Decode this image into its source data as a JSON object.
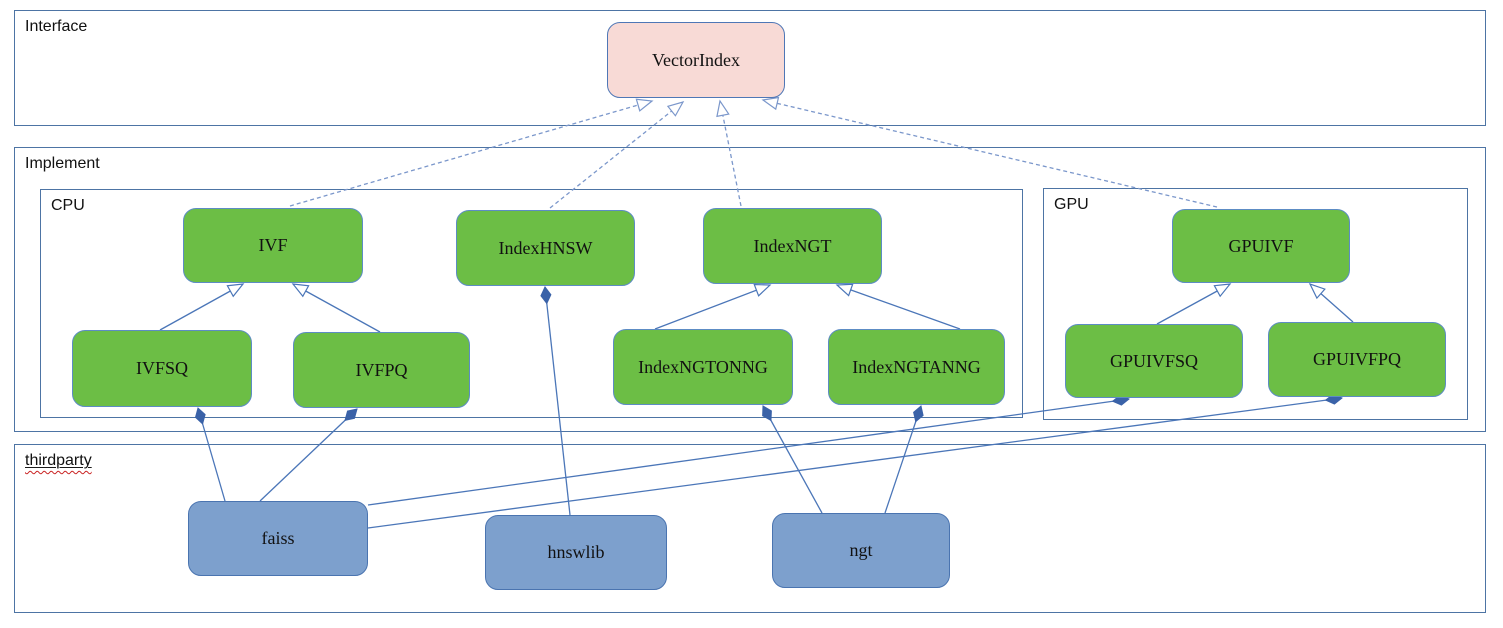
{
  "diagram": {
    "groups": {
      "interface": {
        "label": "Interface"
      },
      "implement": {
        "label": "Implement"
      },
      "cpu": {
        "label": "CPU"
      },
      "gpu": {
        "label": "GPU"
      },
      "thirdparty": {
        "label": "thirdparty"
      }
    },
    "nodes": {
      "vectorindex": {
        "label": "VectorIndex",
        "group": "interface"
      },
      "ivf": {
        "label": "IVF",
        "group": "cpu"
      },
      "indexhnsw": {
        "label": "IndexHNSW",
        "group": "cpu"
      },
      "indexngt": {
        "label": "IndexNGT",
        "group": "cpu"
      },
      "ivfsq": {
        "label": "IVFSQ",
        "group": "cpu"
      },
      "ivfpq": {
        "label": "IVFPQ",
        "group": "cpu"
      },
      "indexngtonng": {
        "label": "IndexNGTONNG",
        "group": "cpu"
      },
      "indexngtanng": {
        "label": "IndexNGTANNG",
        "group": "cpu"
      },
      "gpuivf": {
        "label": "GPUIVF",
        "group": "gpu"
      },
      "gpuivfsq": {
        "label": "GPUIVFSQ",
        "group": "gpu"
      },
      "gpuivfpq": {
        "label": "GPUIVFPQ",
        "group": "gpu"
      },
      "faiss": {
        "label": "faiss",
        "group": "thirdparty"
      },
      "hnswlib": {
        "label": "hnswlib",
        "group": "thirdparty"
      },
      "ngt": {
        "label": "ngt",
        "group": "thirdparty"
      }
    },
    "edges": [
      {
        "from": "IVF",
        "to": "VectorIndex",
        "relation": "realization"
      },
      {
        "from": "IndexHNSW",
        "to": "VectorIndex",
        "relation": "realization"
      },
      {
        "from": "IndexNGT",
        "to": "VectorIndex",
        "relation": "realization"
      },
      {
        "from": "GPUIVF",
        "to": "VectorIndex",
        "relation": "realization"
      },
      {
        "from": "IVFSQ",
        "to": "IVF",
        "relation": "generalization"
      },
      {
        "from": "IVFPQ",
        "to": "IVF",
        "relation": "generalization"
      },
      {
        "from": "IndexNGTONNG",
        "to": "IndexNGT",
        "relation": "generalization"
      },
      {
        "from": "IndexNGTANNG",
        "to": "IndexNGT",
        "relation": "generalization"
      },
      {
        "from": "GPUIVFSQ",
        "to": "GPUIVF",
        "relation": "generalization"
      },
      {
        "from": "GPUIVFPQ",
        "to": "GPUIVF",
        "relation": "generalization"
      },
      {
        "from": "faiss",
        "to": "IVFSQ",
        "relation": "composition"
      },
      {
        "from": "faiss",
        "to": "IVFPQ",
        "relation": "composition"
      },
      {
        "from": "faiss",
        "to": "GPUIVFSQ",
        "relation": "composition"
      },
      {
        "from": "faiss",
        "to": "GPUIVFPQ",
        "relation": "composition"
      },
      {
        "from": "hnswlib",
        "to": "IndexHNSW",
        "relation": "composition"
      },
      {
        "from": "ngt",
        "to": "IndexNGTONNG",
        "relation": "composition"
      },
      {
        "from": "ngt",
        "to": "IndexNGTANNG",
        "relation": "composition"
      }
    ],
    "colors": {
      "interface_node_fill": "#f8dad6",
      "implement_node_fill": "#6cbe45",
      "thirdparty_node_fill": "#7da0cd",
      "connector_solid": "#4b76b8",
      "connector_dashed": "#7b97cb",
      "group_border": "#4d74a4",
      "spellcheck_squiggle": "#c92222"
    }
  }
}
